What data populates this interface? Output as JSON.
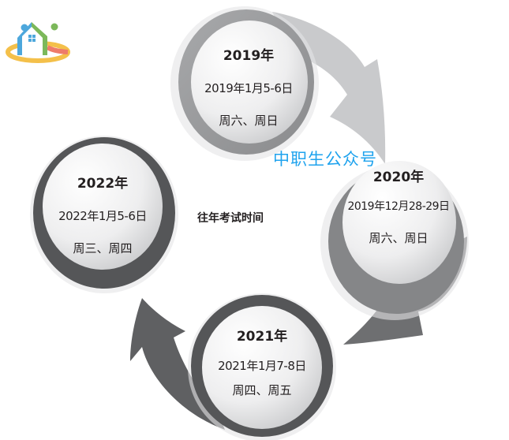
{
  "title": "往年考试时间",
  "watermark": "中职生公众号",
  "nodes": [
    {
      "year": "2019年",
      "date": "2019年1月5-6日",
      "weekday": "周六、周日"
    },
    {
      "year": "2020年",
      "date": "2019年12月28-29日",
      "weekday": "周六、周日"
    },
    {
      "year": "2021年",
      "date": "2021年1月7-8日",
      "weekday": "周四、周五"
    },
    {
      "year": "2022年",
      "date": "2022年1月5-6日",
      "weekday": "周三、周四"
    }
  ],
  "colors": {
    "light_arrow": "#c9cacc",
    "dark_arrow": "#5f6062",
    "watermark": "#1fa3ee"
  }
}
